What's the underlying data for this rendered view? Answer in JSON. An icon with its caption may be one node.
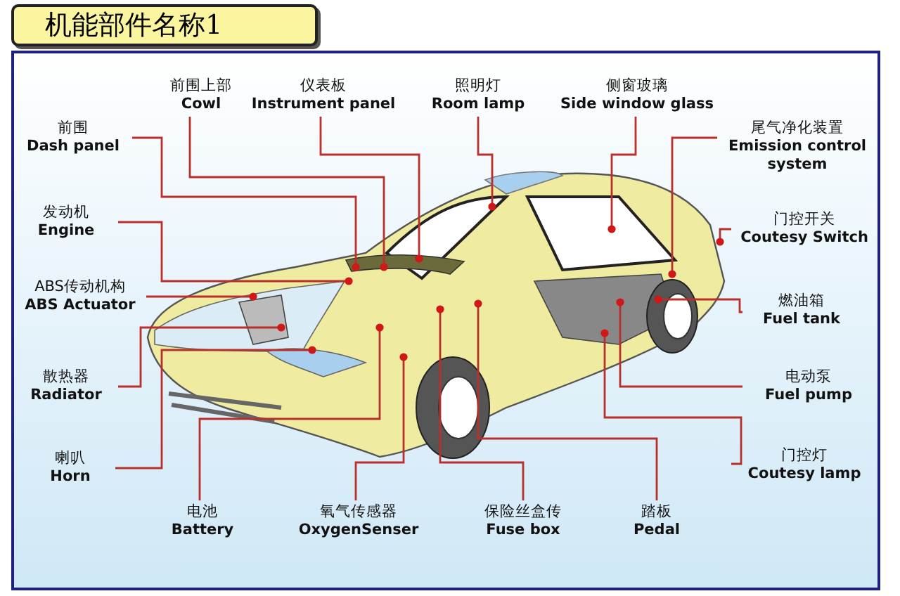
{
  "diagram": {
    "title": "机能部件名称1",
    "nodes": [
      {
        "text": [
          "前围上部",
          "Cowl"
        ]
      },
      {
        "text": [
          "仪表板",
          "Instrument panel"
        ]
      },
      {
        "text": [
          "照明灯",
          "Room lamp"
        ]
      },
      {
        "text": [
          "侧窗玻璃",
          "Side window glass"
        ]
      },
      {
        "text": [
          "前围",
          "Dash panel"
        ]
      },
      {
        "text": [
          "尾气净化装置",
          "Emission control system"
        ]
      },
      {
        "text": [
          "发动机",
          "Engine"
        ]
      },
      {
        "text": [
          "门控开关",
          "Coutesy Switch"
        ]
      },
      {
        "text": [
          "ABS传动机构",
          "ABS Actuator"
        ]
      },
      {
        "text": [
          "燃油箱",
          "Fuel tank"
        ]
      },
      {
        "text": [
          "散热器",
          "Radiator"
        ]
      },
      {
        "text": [
          "电动泵",
          "Fuel pump"
        ]
      },
      {
        "text": [
          "门控灯",
          "Coutesy lamp"
        ]
      },
      {
        "text": [
          "喇叭",
          "Horn"
        ]
      },
      {
        "text": [
          "电池",
          "Battery"
        ]
      },
      {
        "text": [
          "氧气传感器",
          "OxygenSenser"
        ]
      },
      {
        "text": [
          "保险丝盒传",
          "Fuse box"
        ]
      },
      {
        "text": [
          "踏板",
          "Pedal"
        ]
      }
    ],
    "edges": [
      {
        "from": 0,
        "to": null,
        "arrow": "other"
      },
      {
        "from": 1,
        "to": null,
        "arrow": "other"
      },
      {
        "from": 2,
        "to": null,
        "arrow": "other"
      },
      {
        "from": 3,
        "to": null,
        "arrow": "other"
      },
      {
        "from": 4,
        "to": null,
        "arrow": "other"
      },
      {
        "from": 5,
        "to": null,
        "arrow": "other"
      },
      {
        "from": 6,
        "to": null,
        "arrow": "other"
      },
      {
        "from": 7,
        "to": null,
        "arrow": "other"
      },
      {
        "from": 8,
        "to": null,
        "arrow": "other"
      },
      {
        "from": 9,
        "to": null,
        "arrow": "other"
      },
      {
        "from": 10,
        "to": null,
        "arrow": "other"
      },
      {
        "from": 11,
        "to": null,
        "arrow": "other"
      },
      {
        "from": 12,
        "to": null,
        "arrow": "other"
      },
      {
        "from": 13,
        "to": null,
        "arrow": "other"
      },
      {
        "from": 14,
        "to": null,
        "arrow": "other"
      },
      {
        "from": 15,
        "to": null,
        "arrow": "other"
      },
      {
        "from": 16,
        "to": null,
        "arrow": "other"
      },
      {
        "from": 17,
        "to": null,
        "arrow": "other"
      }
    ]
  }
}
